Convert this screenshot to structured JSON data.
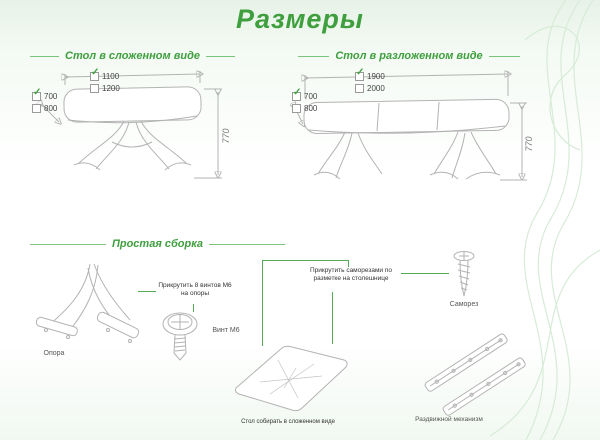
{
  "page": {
    "title": "Размеры"
  },
  "icons": {
    "check": "✓"
  },
  "colors": {
    "accent": "#3f9f3f",
    "drawing": "#b3b3b3",
    "connector": "#55ab55"
  },
  "folded": {
    "heading": "Стол в сложенном виде",
    "width_options": [
      {
        "label": "1100",
        "checked": true
      },
      {
        "label": "1200",
        "checked": false
      }
    ],
    "depth_options": [
      {
        "label": "700",
        "checked": true
      },
      {
        "label": "800",
        "checked": false
      }
    ],
    "height_label": "770"
  },
  "unfolded": {
    "heading": "Стол в разложенном виде",
    "width_options": [
      {
        "label": "1900",
        "checked": true
      },
      {
        "label": "2000",
        "checked": false
      }
    ],
    "depth_options": [
      {
        "label": "700",
        "checked": true
      },
      {
        "label": "800",
        "checked": false
      }
    ],
    "height_label": "770"
  },
  "assembly": {
    "heading": "Простая сборка",
    "support_label": "Опора",
    "bolt_label": "Винт М6",
    "note_bolts": "Прикрутить 8 винтов М6 на опоры",
    "note_screws": "Прикрутить саморезами по разметке на столешнице",
    "screw_label": "Саморез",
    "mechanism_label": "Раздвижной механизм",
    "note_fold": "Стол собирать в сложенном виде"
  }
}
